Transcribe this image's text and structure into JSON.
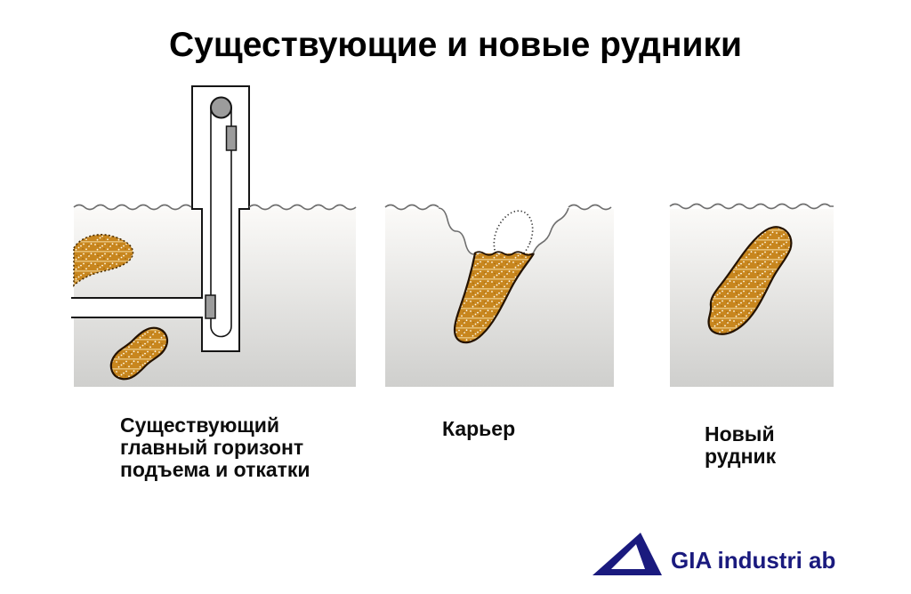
{
  "title": "Существующие и новые рудники",
  "diagrams": {
    "existing_mine": {
      "label": "Существующий главный горизонт подъема и откатки",
      "label_lines": [
        "Существующий",
        "главный горизонт",
        "подъема и откатки"
      ]
    },
    "open_pit": {
      "label": "Карьер"
    },
    "new_mine": {
      "label": "Новый рудник",
      "label_lines": [
        "Новый",
        "рудник"
      ]
    }
  },
  "logo": {
    "text": "GIA industri ab"
  },
  "colors": {
    "ore_fill": "#c8861e",
    "ore_stripe": "#e5bd72",
    "ore_dot": "#fff9e6",
    "ore_outline": "#241200",
    "ground_gradient_top": "#fbfaf8",
    "ground_gradient_bottom": "#cfcfcd",
    "surface_line": "#6e6e6e",
    "structure_outline": "#151515",
    "machine_gray": "#9c9c9c",
    "logo_navy": "#1a1a7e",
    "title_color": "#000000"
  }
}
